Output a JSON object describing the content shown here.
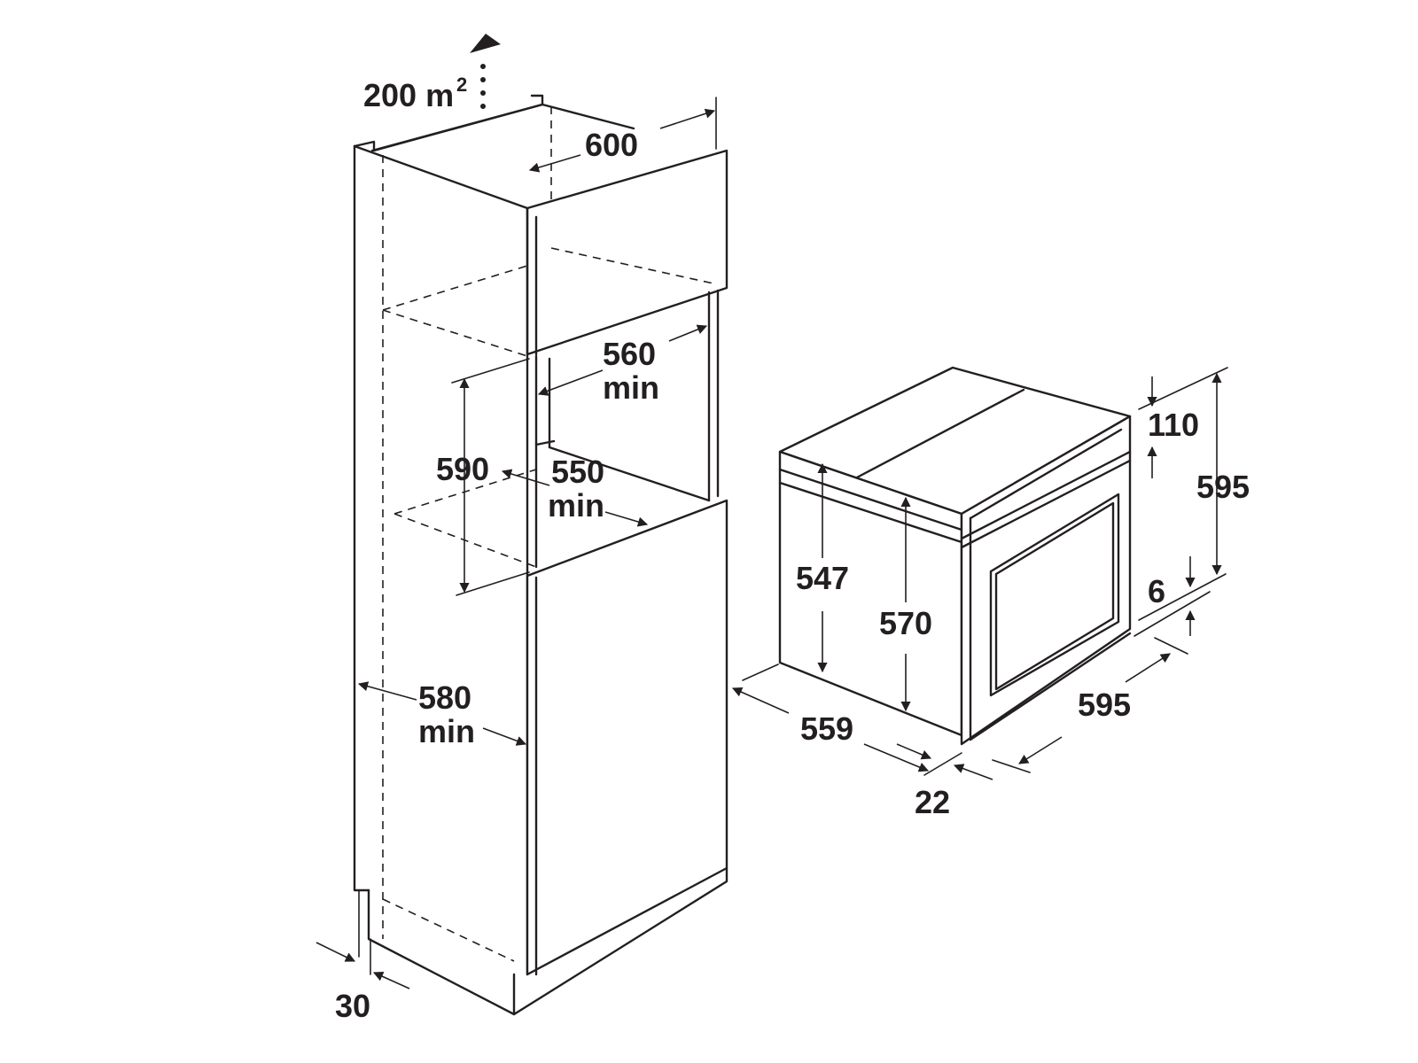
{
  "colors": {
    "ink": "#231f20",
    "background": "#ffffff"
  },
  "labels": {
    "vent_area": "200 m",
    "vent_area_sup": "2",
    "cabinet_width": "600",
    "niche_depth_value": "560",
    "niche_depth_min": "min",
    "niche_height": "590",
    "niche_width_value": "550",
    "niche_width_min": "min",
    "cabinet_depth_value": "580",
    "cabinet_depth_min": "min",
    "plinth_gap": "30",
    "oven_body_height": "547",
    "oven_depth_height": "570",
    "oven_body_depth": "559",
    "front_thickness": "22",
    "panel_height": "110",
    "oven_total_height": "595",
    "bottom_gap": "6",
    "oven_width": "595"
  }
}
